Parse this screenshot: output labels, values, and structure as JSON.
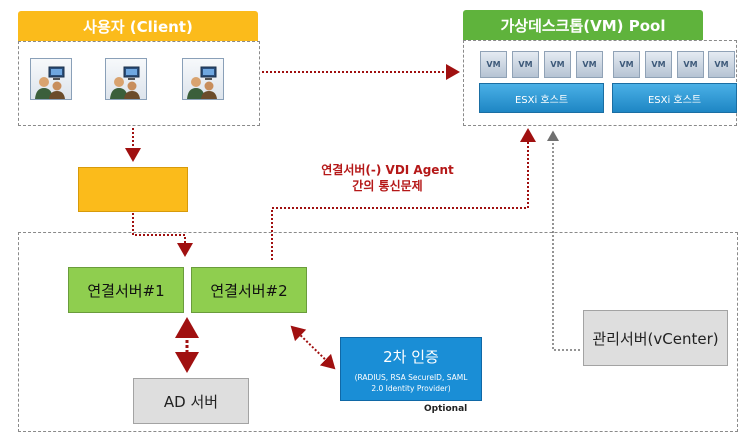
{
  "client": {
    "title": "사용자 (Client)",
    "icon_count": 3
  },
  "pool": {
    "title": "가상데스크톱(VM) Pool",
    "vm_label": "VM",
    "hosts": [
      {
        "label": "ESXi 호스트",
        "vms": [
          "VM",
          "VM",
          "VM",
          "VM"
        ]
      },
      {
        "label": "ESXi 호스트",
        "vms": [
          "VM",
          "VM",
          "VM",
          "VM"
        ]
      }
    ]
  },
  "servers": {
    "conn1": "연결서버#1",
    "conn2": "연결서버#2",
    "ad": "AD 서버",
    "mgmt": "관리서버(vCenter)"
  },
  "auth": {
    "title": "2차 인증",
    "desc_line1": "(RADIUS, RSA SecureID, SAML",
    "desc_line2": "2.0 Identity Provider)",
    "optional": "Optional"
  },
  "note": {
    "line1": "연결서버(-) VDI Agent",
    "line2": "간의 통신문제"
  },
  "colors": {
    "accent_yellow": "#fbbb1b",
    "accent_green": "#5fb33c",
    "arrow_red": "#a01010",
    "arrow_gray": "#707070"
  }
}
